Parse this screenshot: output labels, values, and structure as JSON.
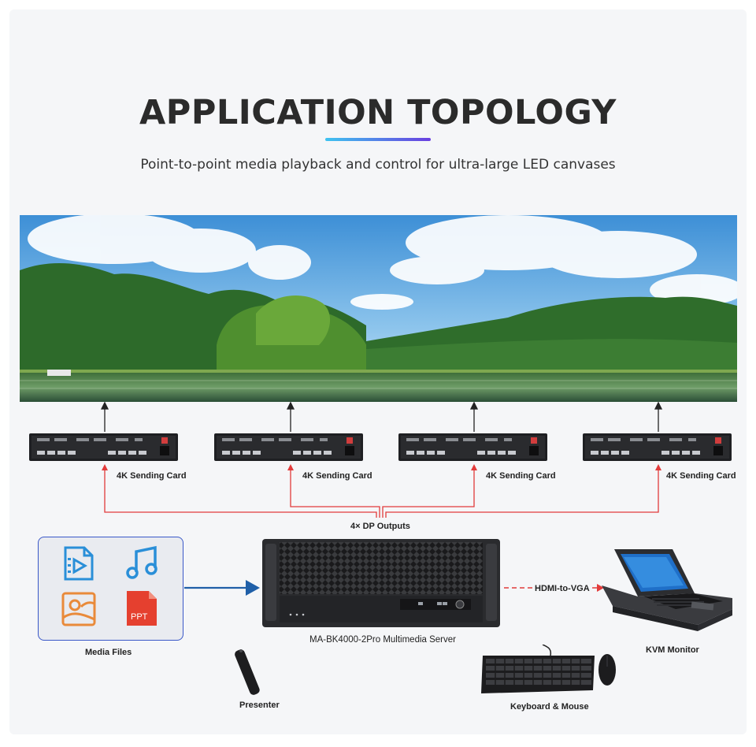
{
  "header": {
    "title": "APPLICATION TOPOLOGY",
    "subtitle": "Point-to-point media playback and control for ultra-large LED canvases"
  },
  "senders": [
    {
      "label": "4K Sending Card"
    },
    {
      "label": "4K Sending Card"
    },
    {
      "label": "4K Sending Card"
    },
    {
      "label": "4K Sending Card"
    }
  ],
  "links": {
    "dp_outputs": "4× DP Outputs",
    "hdmi_vga": "HDMI-to-VGA"
  },
  "media": {
    "label": "Media Files",
    "ppt_text": "PPT"
  },
  "server": {
    "label": "MA-BK4000-2Pro Multimedia Server"
  },
  "kvm": {
    "label": "KVM Monitor"
  },
  "presenter": {
    "label": "Presenter"
  },
  "keyboard": {
    "label": "Keyboard & Mouse"
  },
  "colors": {
    "accent_red": "#e23b3b",
    "accent_blue": "#1f5fa8",
    "icon_blue": "#2a8fd8",
    "icon_orange": "#e98a3a",
    "ppt_red": "#e5402f"
  }
}
